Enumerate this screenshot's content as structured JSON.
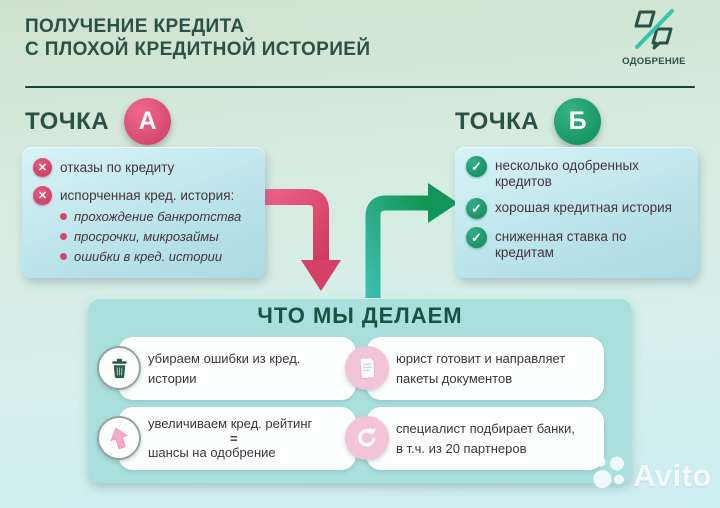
{
  "header": {
    "title_line1": "ПОЛУЧЕНИЕ КРЕДИТА",
    "title_line2": "С ПЛОХОЙ КРЕДИТНОЙ ИСТОРИЕЙ"
  },
  "logo": {
    "name": "ОДОБРЕНИЕ",
    "icon": "percent-speech-bubbles-icon"
  },
  "point_a": {
    "label": "ТОЧКА",
    "badge": "А",
    "items": [
      {
        "text": "отказы по кредиту"
      },
      {
        "text": "испорченная кред. история:",
        "subitems": [
          "прохождение банкротства",
          "просрочки, микрозаймы",
          "ошибки в кред. истории"
        ]
      }
    ]
  },
  "point_b": {
    "label": "ТОЧКА",
    "badge": "Б",
    "items": [
      "несколько одобренных\nкредитов",
      "хорошая кредитная история",
      "сниженная ставка по\nкредитам"
    ]
  },
  "actions": {
    "title": "ЧТО МЫ ДЕЛАЕМ",
    "cards": [
      {
        "icon": "trash-icon",
        "text": "убираем ошибки из кред.\nистории"
      },
      {
        "icon": "document-icon",
        "text": "юрист готовит и направляет\nпакеты документов"
      },
      {
        "icon": "cursor-arrow-icon",
        "line1": "увеличиваем кред. рейтинг",
        "line2": "=",
        "line3": "шансы на одобрение"
      },
      {
        "icon": "refresh-icon",
        "text": "специалист подбирает банки,\nв т.ч. из 20 партнеров"
      }
    ]
  },
  "glyphs": {
    "x": "✕",
    "check": "✓"
  },
  "watermark": {
    "text": "Avito"
  },
  "colors": {
    "title_green": "#2a5146",
    "accent_teal": "#38c3ae",
    "pink": "#d84069",
    "green": "#12955b",
    "box_text": "#46323c",
    "panel_bg": "#a9dfdd",
    "box_bg": "#bce4eb"
  }
}
